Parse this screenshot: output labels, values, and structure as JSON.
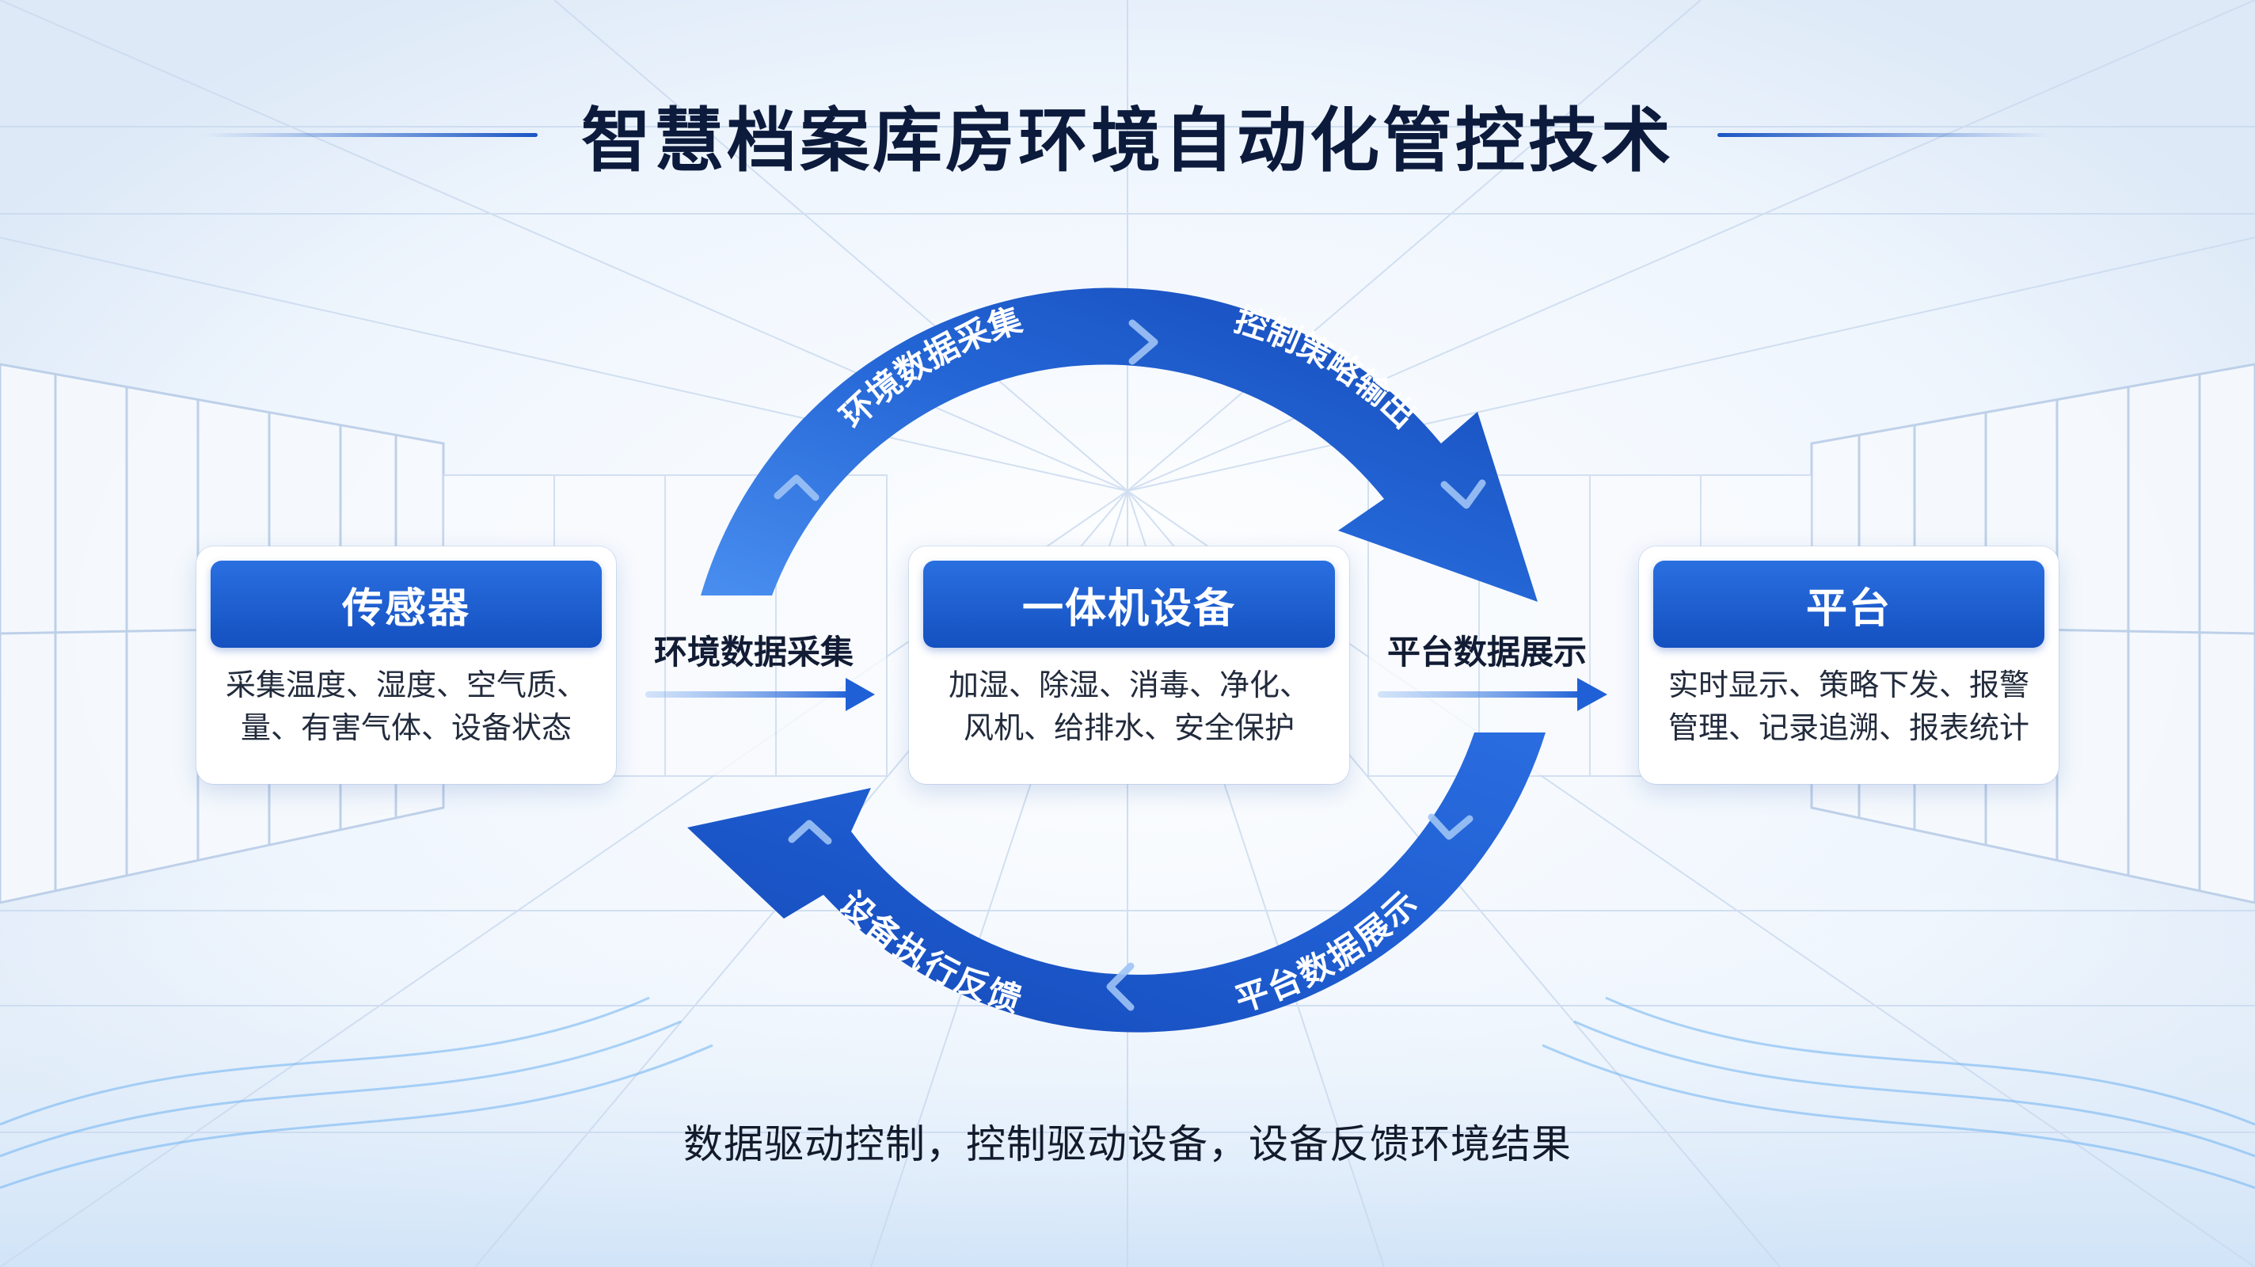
{
  "title": "智慧档案库房环境自动化管控技术",
  "cards": {
    "sensor": {
      "title": "传感器",
      "lines": [
        "采集温度、湿度、空气质、",
        "量、有害气体、设备状态"
      ]
    },
    "device": {
      "title": "一体机设备",
      "lines": [
        "加湿、除湿、消毒、净化、",
        "风机、给排水、安全保护"
      ]
    },
    "platform": {
      "title": "平台",
      "lines": [
        "实时显示、策略下发、报警",
        "管理、记录追溯、报表统计"
      ]
    }
  },
  "flows": {
    "left_label": "环境数据采集",
    "right_label": "平台数据展示"
  },
  "cycle": {
    "top_left": "环境数据采集",
    "top_right": "控制策略输出",
    "bottom_right": "平台数据展示",
    "bottom_left": "设备执行反馈"
  },
  "footer": "数据驱动控制，控制驱动设备，设备反馈环境结果",
  "colors": {
    "primary": "#1a56c4",
    "primary_light": "#3a82ea",
    "title_text": "#0c1a3c"
  }
}
